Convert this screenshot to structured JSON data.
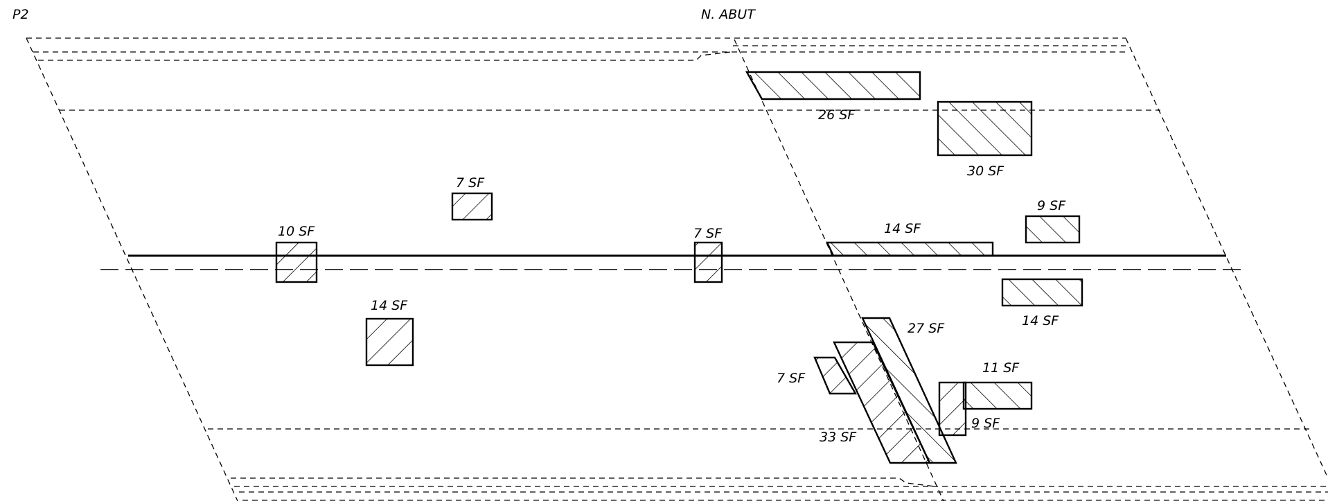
{
  "labels": {
    "pier": "P2",
    "abutment": "N. ABUT"
  },
  "areas": [
    {
      "id": "a1",
      "label": "26 SF"
    },
    {
      "id": "a2",
      "label": "30 SF"
    },
    {
      "id": "a3",
      "label": "7 SF"
    },
    {
      "id": "a4",
      "label": "10 SF"
    },
    {
      "id": "a5",
      "label": "7 SF"
    },
    {
      "id": "a6",
      "label": "14 SF"
    },
    {
      "id": "a7",
      "label": "9 SF"
    },
    {
      "id": "a8",
      "label": "14 SF"
    },
    {
      "id": "a9",
      "label": "14 SF"
    },
    {
      "id": "a10",
      "label": "27 SF"
    },
    {
      "id": "a11",
      "label": "7 SF"
    },
    {
      "id": "a12",
      "label": "11 SF"
    },
    {
      "id": "a13",
      "label": "9 SF"
    },
    {
      "id": "a14",
      "label": "33 SF"
    }
  ]
}
